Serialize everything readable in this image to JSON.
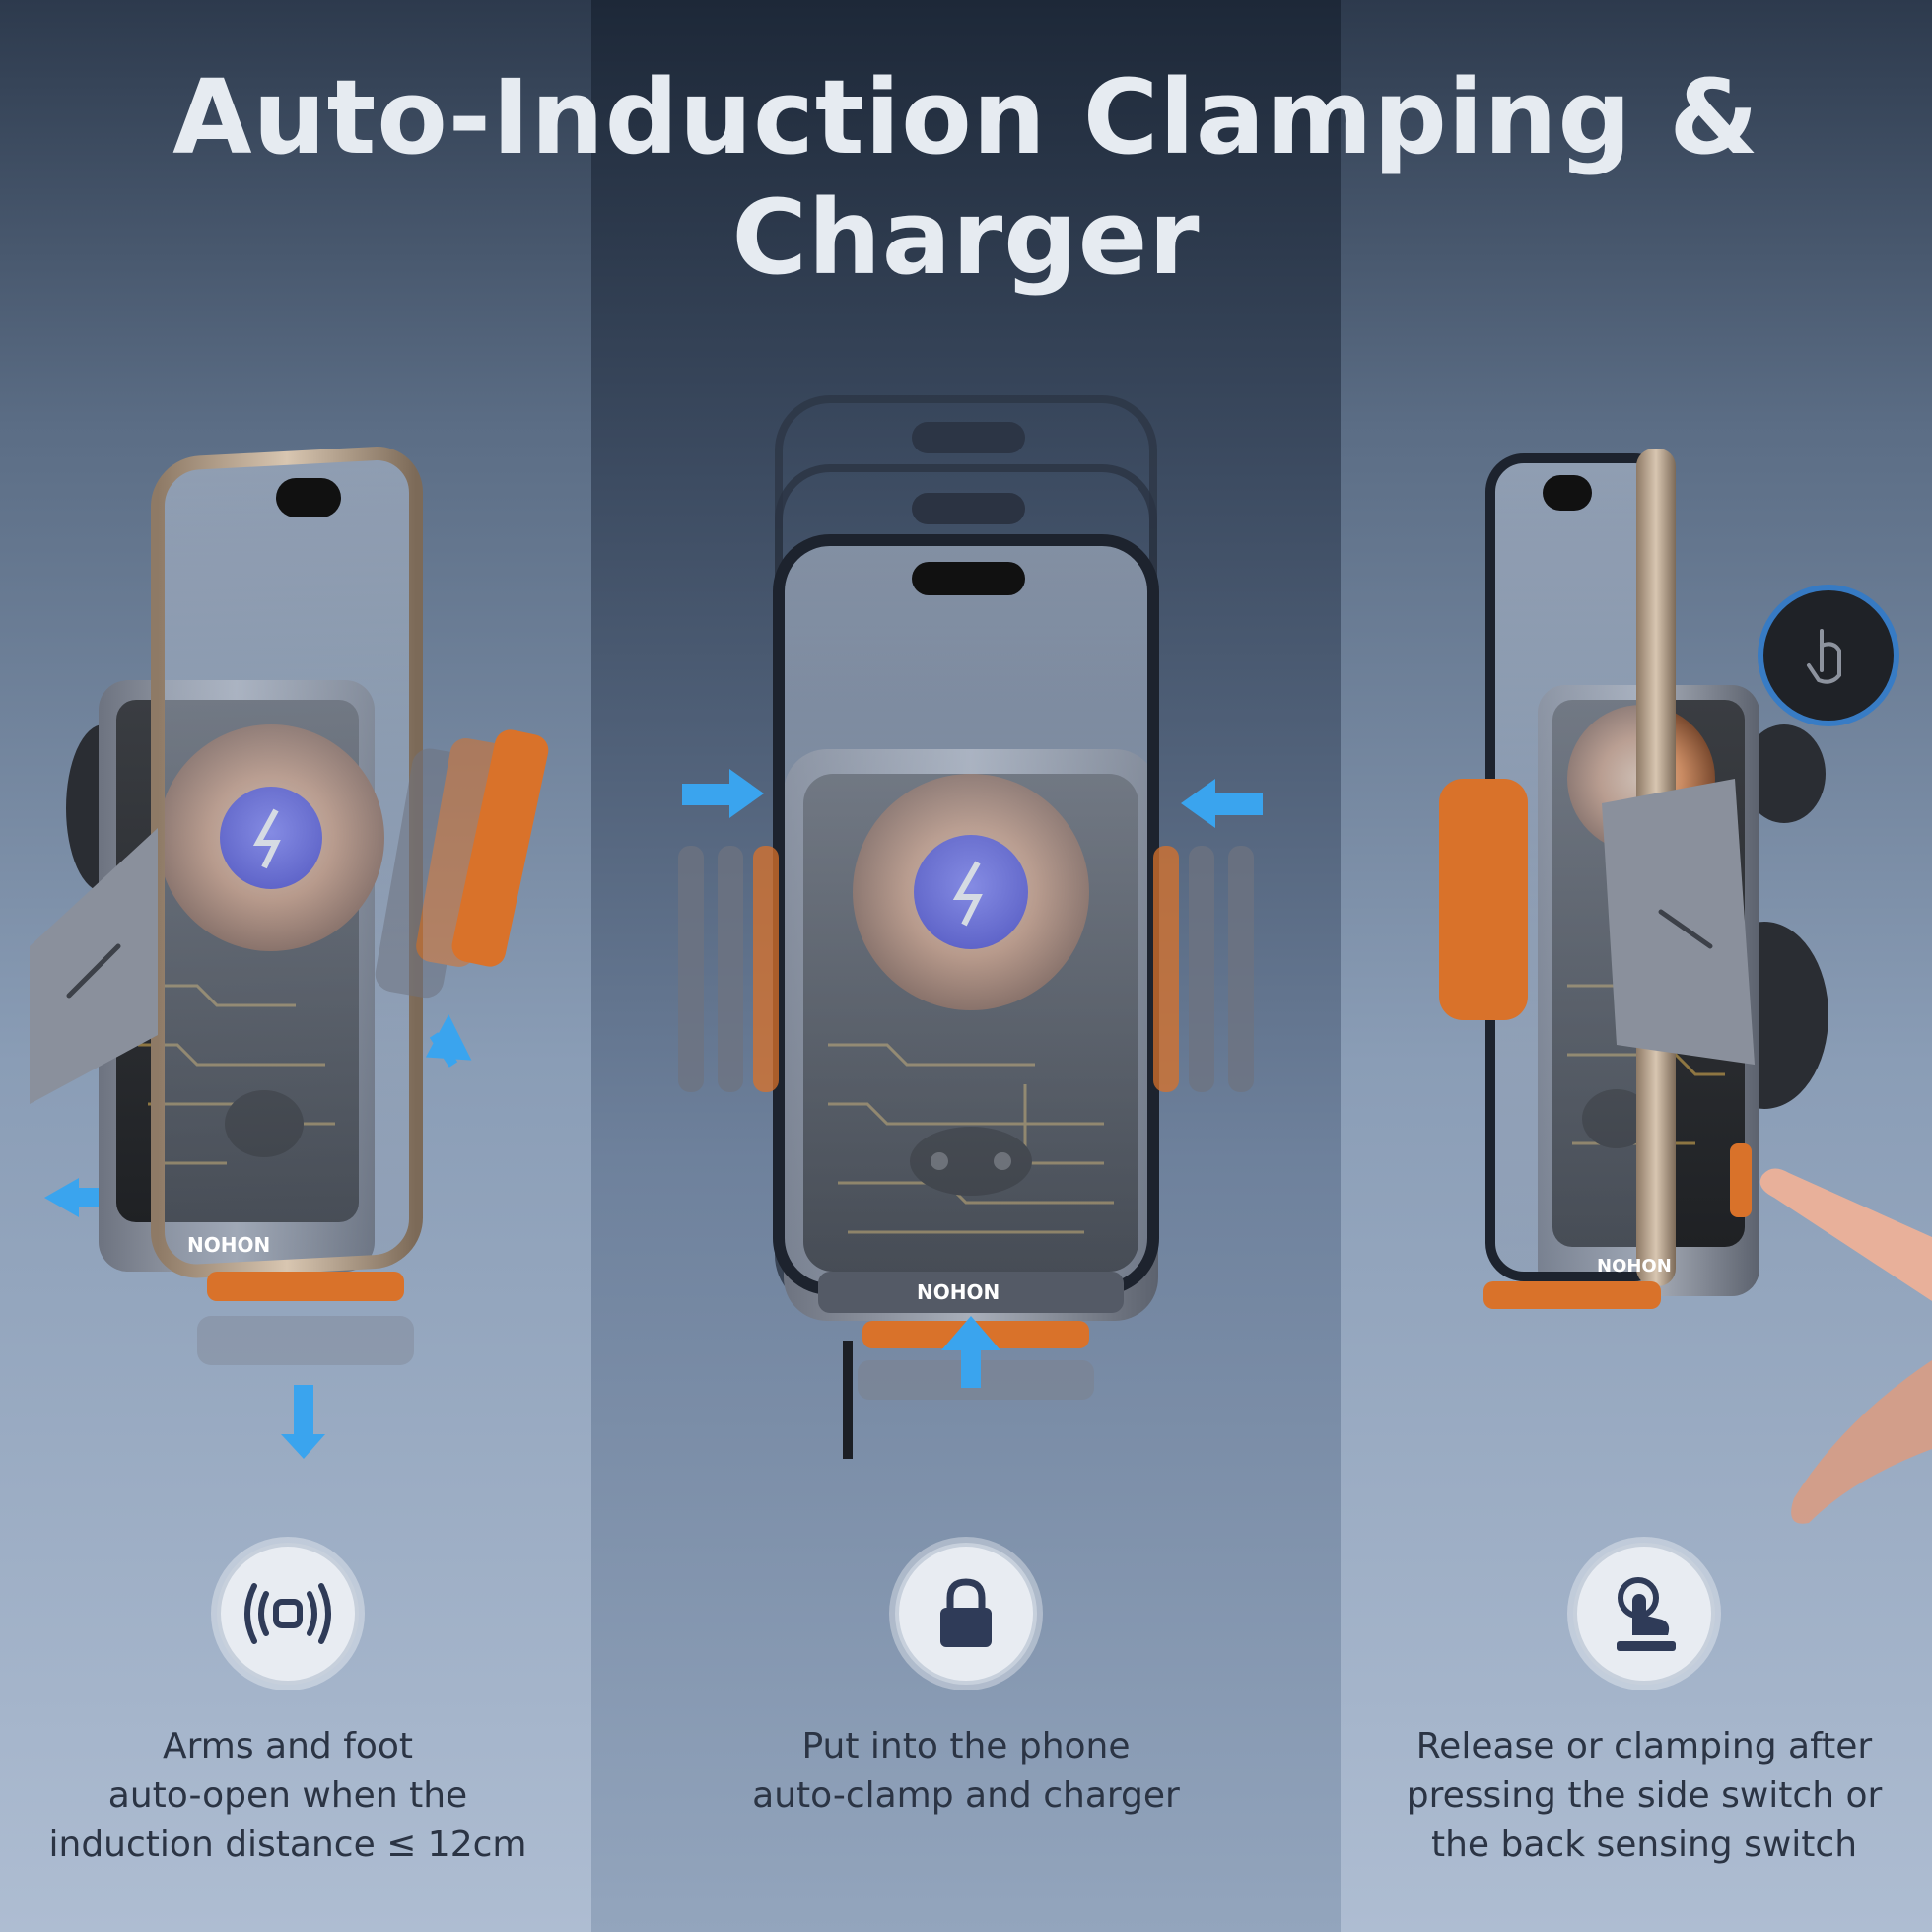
{
  "header": {
    "title": "Auto-Induction Clamping & Charger"
  },
  "device": {
    "brand_label": "NOHON"
  },
  "features": [
    {
      "icon": "vibration-sensor-icon",
      "lines": [
        "Arms and foot",
        "auto-open when the",
        "induction distance ≤ 12cm"
      ]
    },
    {
      "icon": "lock-icon",
      "lines": [
        "Put into the phone",
        "auto-clamp and charger"
      ]
    },
    {
      "icon": "press-button-icon",
      "lines": [
        "Release or clamping after",
        "pressing the side switch or",
        "the back sensing switch"
      ]
    }
  ],
  "colors": {
    "arrow": "#3aa4ee",
    "accent_orange": "#d9722a",
    "charging_blue": "#3d3ff0",
    "coil_copper": "#c98b63"
  }
}
